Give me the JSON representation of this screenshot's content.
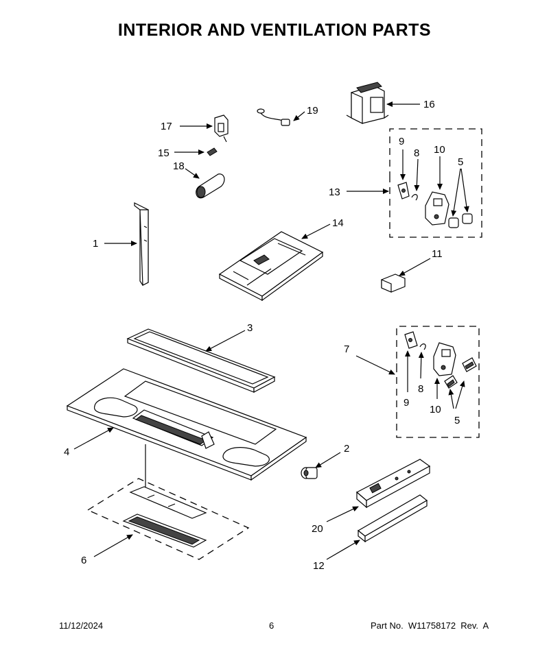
{
  "title": "INTERIOR AND VENTILATION PARTS",
  "callouts": {
    "p1": "1",
    "p2": "2",
    "p3": "3",
    "p4": "4",
    "p5a": "5",
    "p5b": "5",
    "p6": "6",
    "p7": "7",
    "p8a": "8",
    "p8b": "8",
    "p9a": "9",
    "p9b": "9",
    "p10a": "10",
    "p10b": "10",
    "p11": "11",
    "p12": "12",
    "p13": "13",
    "p14": "14",
    "p15": "15",
    "p16": "16",
    "p17": "17",
    "p18": "18",
    "p19": "19",
    "p20": "20"
  },
  "footer": {
    "date": "11/12/2024",
    "page": "6",
    "part_no": "Part No.  W11758172  Rev.  A"
  }
}
